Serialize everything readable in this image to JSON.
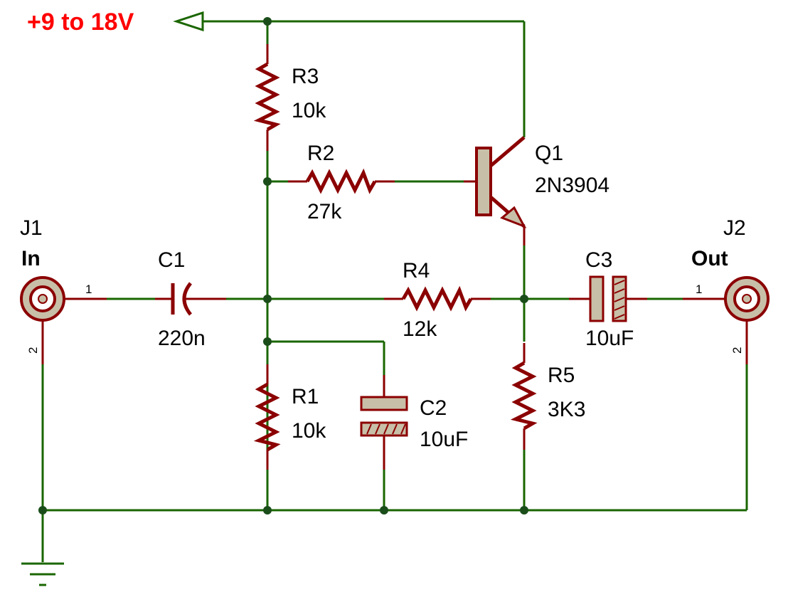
{
  "supply": {
    "label": "+9 to 18V",
    "color": "#ff0000"
  },
  "colors": {
    "wire": "#1a6600",
    "component": "#8b0000",
    "body": "#c8bfa8",
    "junction": "#1a4d1a"
  },
  "connectors": {
    "j1": {
      "ref": "J1",
      "name": "In",
      "pin1": "1",
      "pin2": "2"
    },
    "j2": {
      "ref": "J2",
      "name": "Out",
      "pin1": "1",
      "pin2": "2"
    }
  },
  "resistors": {
    "r1": {
      "ref": "R1",
      "value": "10k"
    },
    "r2": {
      "ref": "R2",
      "value": "27k"
    },
    "r3": {
      "ref": "R3",
      "value": "10k"
    },
    "r4": {
      "ref": "R4",
      "value": "12k"
    },
    "r5": {
      "ref": "R5",
      "value": "3K3"
    }
  },
  "capacitors": {
    "c1": {
      "ref": "C1",
      "value": "220n"
    },
    "c2": {
      "ref": "C2",
      "value": "10uF"
    },
    "c3": {
      "ref": "C3",
      "value": "10uF"
    }
  },
  "transistor": {
    "ref": "Q1",
    "part": "2N3904"
  },
  "icons": {
    "ground": "ground-icon",
    "supply": "supply-arrow-icon"
  }
}
